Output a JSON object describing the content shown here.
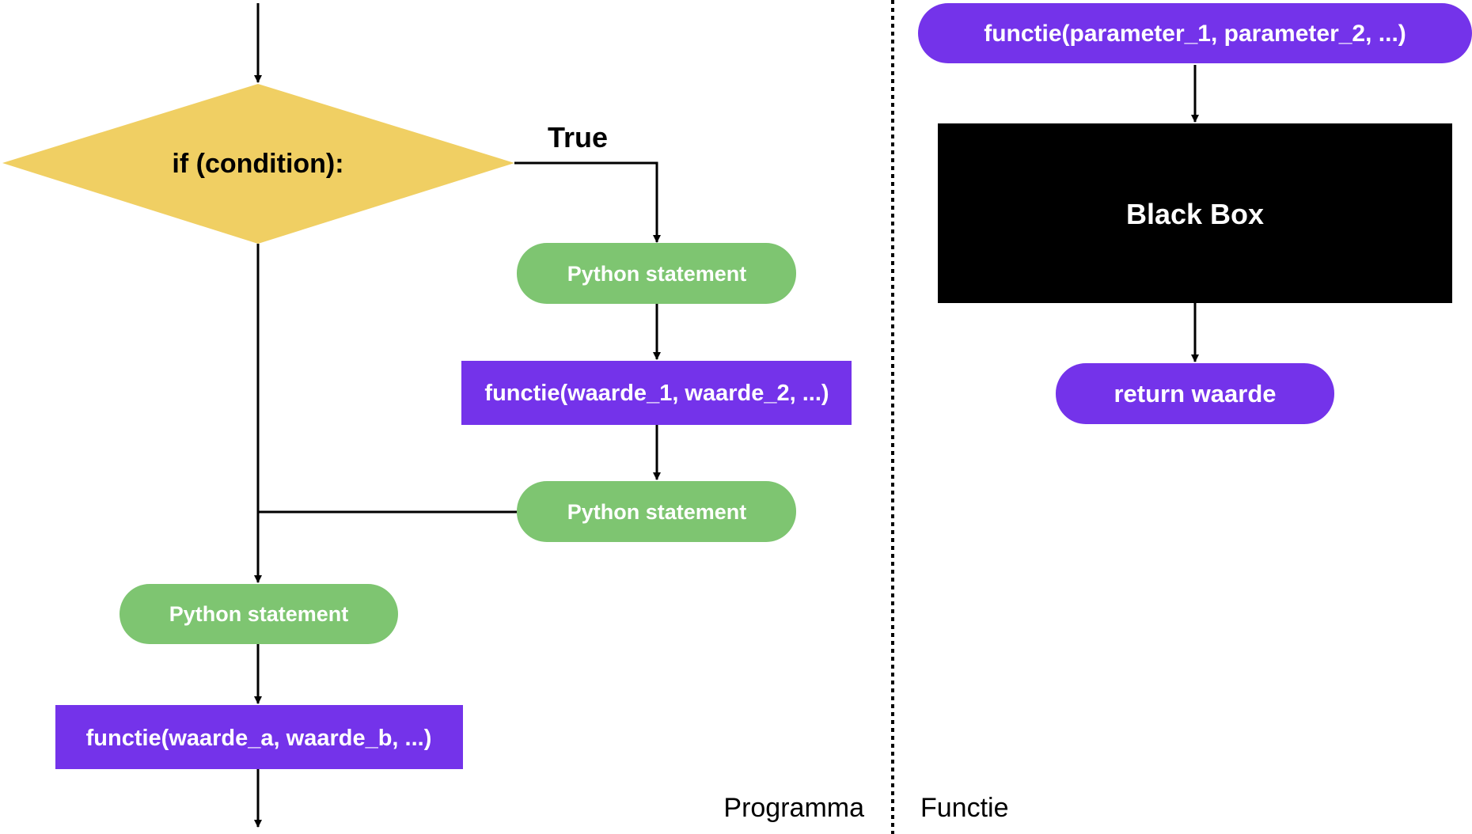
{
  "colors": {
    "decision": "#f0cf63",
    "statement": "#7ec571",
    "function": "#7433ea",
    "black_box": "#000000",
    "line": "#000000",
    "text_light": "#ffffff",
    "text_dark": "#000000"
  },
  "program": {
    "panel_label": "Programma",
    "decision_label": "if (condition):",
    "true_label": "True",
    "statement_1": "Python statement",
    "call_1": "functie(waarde_1, waarde_2, ...)",
    "statement_2": "Python statement",
    "statement_3": "Python statement",
    "call_2": "functie(waarde_a, waarde_b, ...)"
  },
  "function": {
    "panel_label": "Functie",
    "signature": "functie(parameter_1, parameter_2, ...)",
    "body_label": "Black Box",
    "return_label": "return waarde"
  }
}
